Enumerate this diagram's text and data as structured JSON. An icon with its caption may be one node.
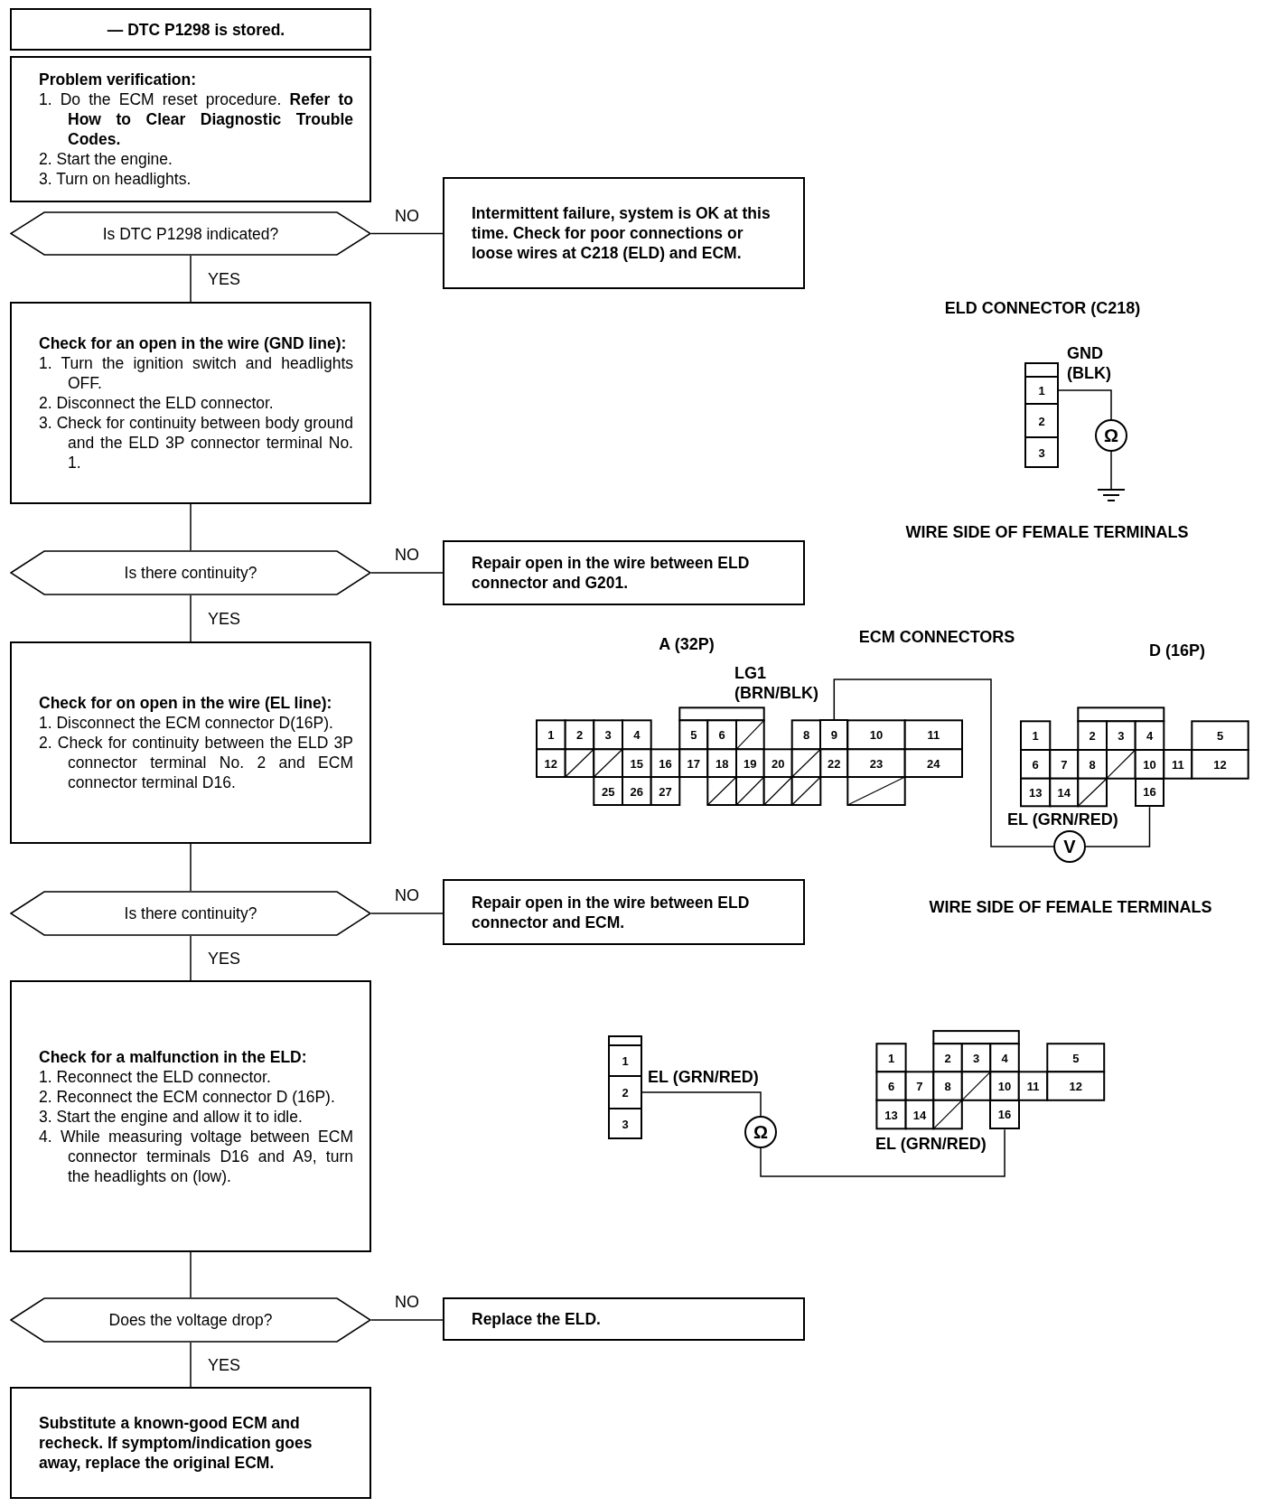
{
  "diagram": {
    "nodes": [
      {
        "text": [
          "— DTC P1298 is stored."
        ]
      },
      {
        "text": [
          "Problem verification:",
          "1. Do the ECM reset procedure. **Refer to How to Clear Diagnostic Trouble Codes.**",
          "2. Start the engine.",
          "3. Turn on headlights."
        ]
      },
      {
        "text": [
          "Is DTC P1298 indicated?"
        ]
      },
      {
        "text": [
          "Intermittent failure, system is OK at this time. Check for poor connections or loose wires at C218 (ELD) and ECM."
        ]
      },
      {
        "text": [
          "Check for an open in the wire (GND line):",
          "1. Turn the ignition switch and headlights OFF.",
          "2. Disconnect the ELD connector.",
          "3. Check for continuity between body ground and the ELD 3P connector terminal No. 1."
        ]
      },
      {
        "text": [
          "Is there continuity?"
        ]
      },
      {
        "text": [
          "Repair open in the wire between ELD connector and G201."
        ]
      },
      {
        "text": [
          "Check for on open in the wire (EL line):",
          "1. Disconnect the ECM connector D(16P).",
          "2. Check for continuity between the ELD 3P connector terminal No. 2 and ECM connector terminal D16."
        ]
      },
      {
        "text": [
          "Is there continuity?"
        ]
      },
      {
        "text": [
          "Repair open in the wire between ELD connector and ECM."
        ]
      },
      {
        "text": [
          "Check for a malfunction in the ELD:",
          "1. Reconnect the ELD connector.",
          "2. Reconnect the ECM connector D (16P).",
          "3. Start the engine and allow it to idle.",
          "4. While measuring voltage between ECM connector terminals D16 and A9, turn the headlights on (low)."
        ]
      },
      {
        "text": [
          "Does the voltage drop?"
        ]
      },
      {
        "text": [
          "Replace the ELD."
        ]
      },
      {
        "text": [
          "Substitute a known-good ECM and recheck. If symptom/indication goes away, replace the original ECM."
        ]
      },
      {
        "text": [
          "1"
        ]
      },
      {
        "text": [
          "Ω"
        ]
      },
      {
        "text": [],
        "shape": "ground"
      },
      {
        "text": [
          "9"
        ]
      },
      {
        "text": [
          "16"
        ]
      },
      {
        "text": [
          "V"
        ]
      },
      {
        "text": [
          "2"
        ]
      },
      {
        "text": [
          "Ω"
        ]
      },
      {
        "text": [
          "16"
        ]
      }
    ],
    "edges": [
      {
        "from": 2,
        "to": 3,
        "arrow": "none",
        "label": "NO"
      },
      {
        "from": 2,
        "to": 4,
        "arrow": "none",
        "label": "YES"
      },
      {
        "from": 4,
        "to": 5,
        "arrow": "none"
      },
      {
        "from": 5,
        "to": 6,
        "arrow": "none",
        "label": "NO"
      },
      {
        "from": 5,
        "to": 7,
        "arrow": "none",
        "label": "YES"
      },
      {
        "from": 7,
        "to": 8,
        "arrow": "none"
      },
      {
        "from": 8,
        "to": 9,
        "arrow": "none",
        "label": "NO"
      },
      {
        "from": 8,
        "to": 10,
        "arrow": "none",
        "label": "YES"
      },
      {
        "from": 10,
        "to": 11,
        "arrow": "none"
      },
      {
        "from": 11,
        "to": 12,
        "arrow": "none",
        "label": "NO"
      },
      {
        "from": 11,
        "to": 13,
        "arrow": "none",
        "label": "YES"
      },
      {
        "from": 14,
        "to": 15,
        "arrow": "none"
      },
      {
        "from": 15,
        "to": 16,
        "arrow": "none"
      },
      {
        "from": 17,
        "to": 19,
        "arrow": "none"
      },
      {
        "from": 19,
        "to": 18,
        "arrow": "none"
      },
      {
        "from": 20,
        "to": 21,
        "arrow": "none"
      },
      {
        "from": 21,
        "to": 22,
        "arrow": "none"
      }
    ],
    "labels": [
      "ELD CONNECTOR (C218)",
      "GND (BLK)",
      "2",
      "3",
      "WIRE SIDE OF FEMALE TERMINALS",
      "A (32P)",
      "ECM CONNECTORS",
      "D (16P)",
      "LG1 (BRN/BLK)",
      "1",
      "2",
      "3",
      "4",
      "5",
      "6",
      "8",
      "10",
      "11",
      "12",
      "15",
      "16",
      "17",
      "18",
      "19",
      "20",
      "22",
      "23",
      "24",
      "25",
      "26",
      "27",
      "1",
      "2",
      "3",
      "4",
      "5",
      "6",
      "7",
      "8",
      "10",
      "11",
      "12",
      "13",
      "14",
      "EL (GRN/RED)",
      "WIRE SIDE OF FEMALE TERMINALS",
      "1",
      "3",
      "EL (GRN/RED)",
      "1",
      "2",
      "3",
      "4",
      "5",
      "6",
      "7",
      "8",
      "10",
      "11",
      "12",
      "13",
      "14",
      "EL (GRN/RED)"
    ]
  }
}
